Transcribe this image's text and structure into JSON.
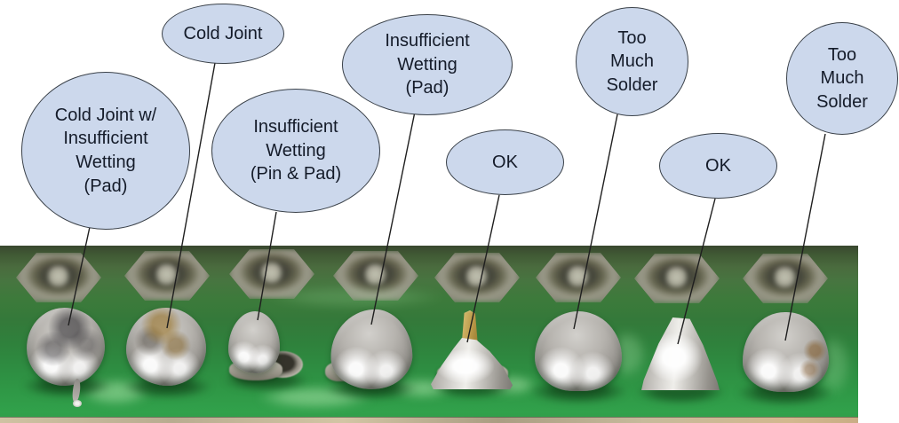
{
  "figure": {
    "type": "annotated-photo-diagram",
    "subject": "Solder joint quality examples on a green PCB pin header row",
    "colors": {
      "background": "#ffffff",
      "callout_fill": "#ccd8ec",
      "callout_border": "#3a4149",
      "leader_line": "#1f1f1f",
      "pcb_green": "#2e8c41",
      "solder_silver": "#b6b3ae",
      "board_edge_tan": "#cfc2a2"
    }
  },
  "callouts": [
    {
      "id": "cold-joint-insufficient-wetting-pad",
      "label": "Cold Joint w/\nInsufficient\nWetting\n(Pad)",
      "target_joint": 1
    },
    {
      "id": "cold-joint",
      "label": "Cold Joint",
      "target_joint": 2
    },
    {
      "id": "insufficient-wetting-pin-pad",
      "label": "Insufficient\nWetting\n(Pin & Pad)",
      "target_joint": 3
    },
    {
      "id": "insufficient-wetting-pad",
      "label": "Insufficient\nWetting\n(Pad)",
      "target_joint": 4
    },
    {
      "id": "ok-1",
      "label": "OK",
      "target_joint": 5
    },
    {
      "id": "too-much-solder-1",
      "label": "Too\nMuch\nSolder",
      "target_joint": 6
    },
    {
      "id": "ok-2",
      "label": "OK",
      "target_joint": 7
    },
    {
      "id": "too-much-solder-2",
      "label": "Too\nMuch\nSolder",
      "target_joint": 8
    }
  ]
}
